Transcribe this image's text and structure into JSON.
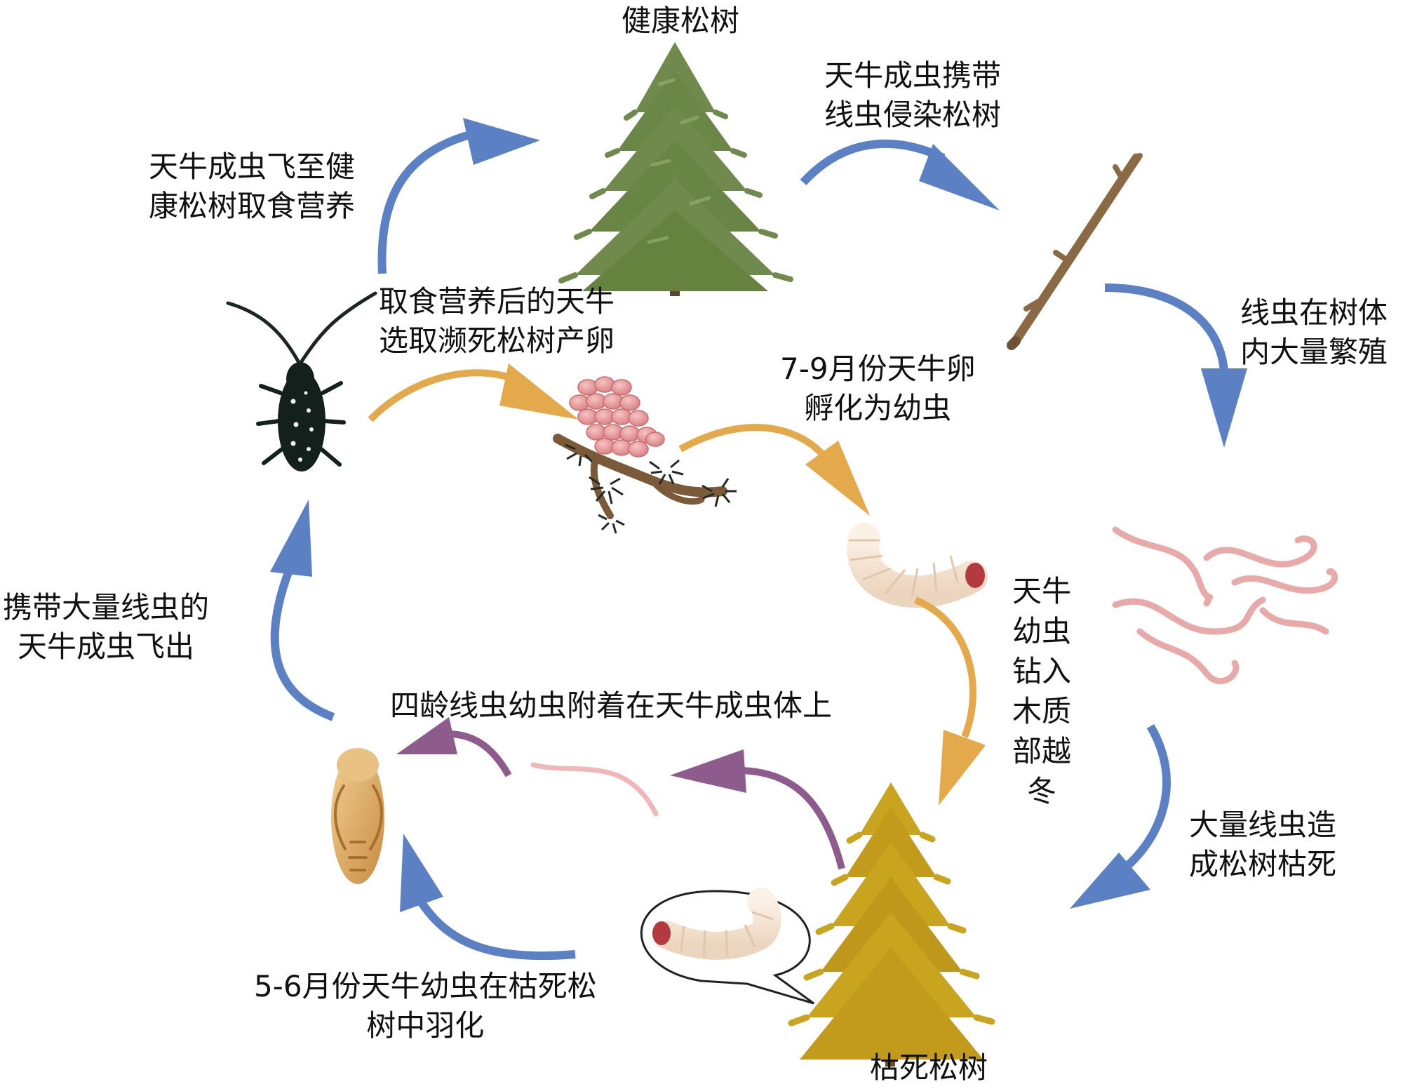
{
  "colors": {
    "blue_arrow": "#5b80c4",
    "orange_arrow": "#e4a94b",
    "purple_arrow": "#8d5b8c",
    "healthy_tree": "#6f8a4c",
    "dead_tree": "#c9a41f",
    "nematode": "#e8a9a9",
    "eggs": "#e9999a",
    "branch": "#8a6a45",
    "larva": "#f6e5d6",
    "beetle": "#14201c"
  },
  "icons": {
    "healthy_tree": "healthy-pine-tree-icon",
    "dead_tree": "dead-pine-tree-icon",
    "twig": "pine-twig-icon",
    "nematodes": "nematodes-icon",
    "beetle": "longhorn-beetle-icon",
    "eggs_branch": "eggs-on-branch-icon",
    "larva": "larva-icon",
    "pupa": "pupa-icon",
    "single_nematode": "nematode-icon",
    "speech_bubble": "speech-bubble-larva-icon"
  },
  "labels": {
    "healthy_tree": [
      "健康松树"
    ],
    "beetle_to_tree": [
      "天牛成虫携带",
      "线虫侵染松树"
    ],
    "nematode_multiply": [
      "线虫在树体",
      "内大量繁殖"
    ],
    "beetle_feeding": [
      "天牛成虫飞至健",
      "康松树取食营养"
    ],
    "egg_laying": [
      "取食营养后的天牛",
      "选取濒死松树产卵"
    ],
    "egg_hatch": [
      "7-9月份天牛卵",
      "孵化为幼虫"
    ],
    "larva_overwinter": [
      "天",
      "牛",
      "幼",
      "虫",
      "钻",
      "入",
      "木",
      "质",
      "部",
      "越",
      "冬"
    ],
    "nematode_kill": [
      "大量线虫造",
      "成松树枯死"
    ],
    "beetle_emerge": [
      "携带大量线虫的",
      "天牛成虫飞出"
    ],
    "nematode_attach": [
      "四龄线虫幼虫附着在天牛成虫体上"
    ],
    "pupation": [
      "5-6月份天牛幼虫在枯死松",
      "树中羽化"
    ],
    "dead_tree": [
      "枯死松树"
    ]
  }
}
